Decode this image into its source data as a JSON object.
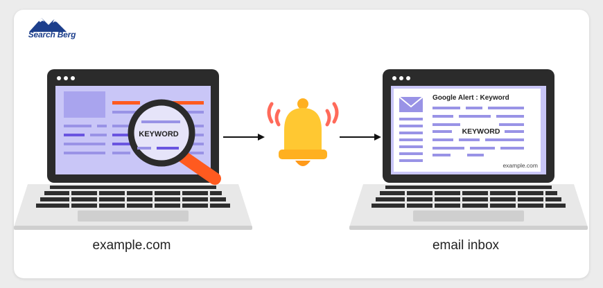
{
  "logo": {
    "text": "Search Berg"
  },
  "left_laptop": {
    "magnifier_label": "KEYWORD",
    "caption": "example.com"
  },
  "right_laptop": {
    "email_title": "Google Alert : Keyword",
    "email_keyword": "KEYWORD",
    "email_footer": "example.com",
    "caption": "email inbox"
  },
  "colors": {
    "screen_bg": "#c9c6f7",
    "accent_orange": "#ff5a1f",
    "accent_purple": "#6a55e0",
    "bell_yellow": "#ffc832",
    "laptop_dark": "#2b2b2b"
  }
}
